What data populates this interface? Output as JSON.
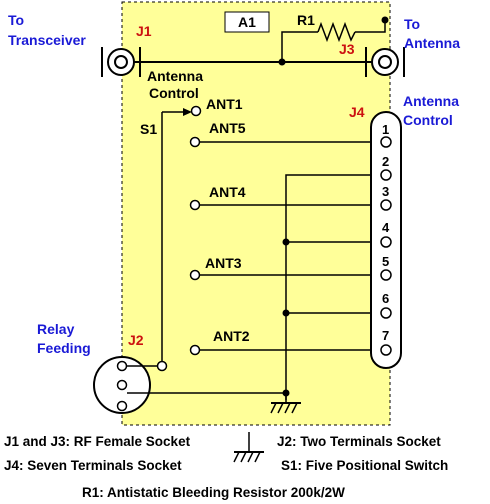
{
  "labels": {
    "to_transceiver": [
      "To",
      "Transceiver"
    ],
    "to_antenna": [
      "To",
      "Antenna"
    ],
    "antenna_control_right": [
      "Antenna",
      "Control"
    ],
    "antenna_control_switch": [
      "Antenna",
      "Control"
    ],
    "relay_feeding": [
      "Relay",
      "Feeding"
    ]
  },
  "refs": {
    "J1": "J1",
    "J2": "J2",
    "J3": "J3",
    "J4": "J4",
    "A1": "A1",
    "R1": "R1",
    "S1": "S1"
  },
  "switch_positions": [
    "ANT1",
    "ANT5",
    "ANT4",
    "ANT3",
    "ANT2"
  ],
  "j4_pins": [
    "1",
    "2",
    "3",
    "4",
    "5",
    "6",
    "7"
  ],
  "legend": {
    "line1_left": "J1 and J3:  RF  Female Socket",
    "line1_right": "J2: Two  Terminals Socket",
    "line2_left": "J4: Seven  Terminals Socket",
    "line2_right": "S1: Five Positional   Switch",
    "line3": "R1: Antistatic Bleeding Resistor 200k/2W"
  },
  "colors": {
    "box_fill": "#ffff99",
    "label_blue": "#1a1ad6",
    "ref_red": "#cc1111"
  }
}
